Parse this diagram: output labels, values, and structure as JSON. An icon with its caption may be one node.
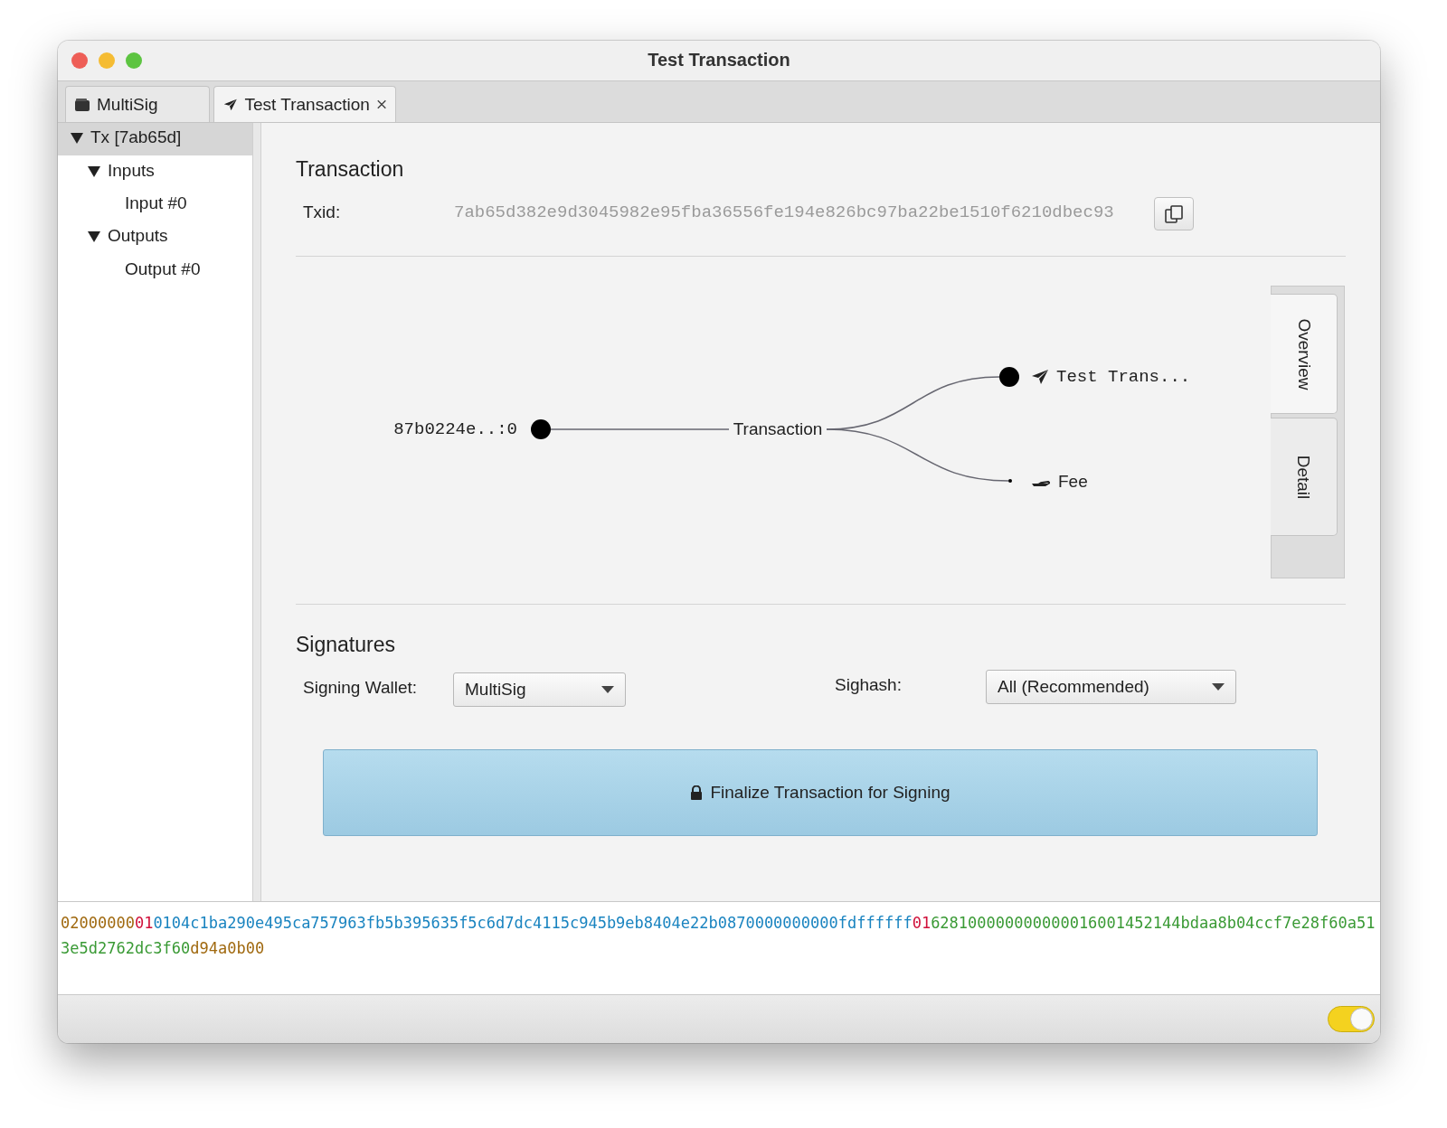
{
  "diagram": {
    "title": "Test Transaction",
    "nodes": [
      {
        "text": [
          "87b0224e..:0"
        ]
      },
      {
        "text": [],
        "shape": "circle"
      },
      {
        "text": [
          "Transaction"
        ]
      },
      {
        "text": [],
        "shape": "circle"
      },
      {
        "text": [
          "Test Trans..."
        ]
      },
      {
        "text": [],
        "shape": "circle"
      },
      {
        "text": [
          "Fee"
        ]
      }
    ],
    "edges": [
      {
        "from": 1,
        "to": 2,
        "arrow": "none"
      },
      {
        "from": 2,
        "to": 3,
        "arrow": "none"
      },
      {
        "from": 2,
        "to": 5,
        "arrow": "none"
      }
    ],
    "labels": [
      "MultiSig",
      "Test Transaction",
      "Tx [7ab65d]",
      "Inputs",
      "Input #0",
      "Outputs",
      "Output #0",
      "Transaction",
      "Txid:",
      "7ab65d382e9d3045982e95fba36556fe194e826bc97ba22be1510f6210dbec93",
      "Overview",
      "Detail",
      "Signatures",
      "Signing Wallet:",
      "MultiSig",
      "Sighash:",
      "All (Recommended)",
      "Finalize Transaction for Signing",
      "02000000",
      "01",
      "0104c1ba290e495ca757963fb5b395635f5c6d7dc4115c945b9eb8404e22b0870000000000fdffffff",
      "01",
      "628100000000000016001452144bdaa8b04ccf7e28f60a513e5d2762dc3f60",
      "d94a0b00"
    ]
  }
}
